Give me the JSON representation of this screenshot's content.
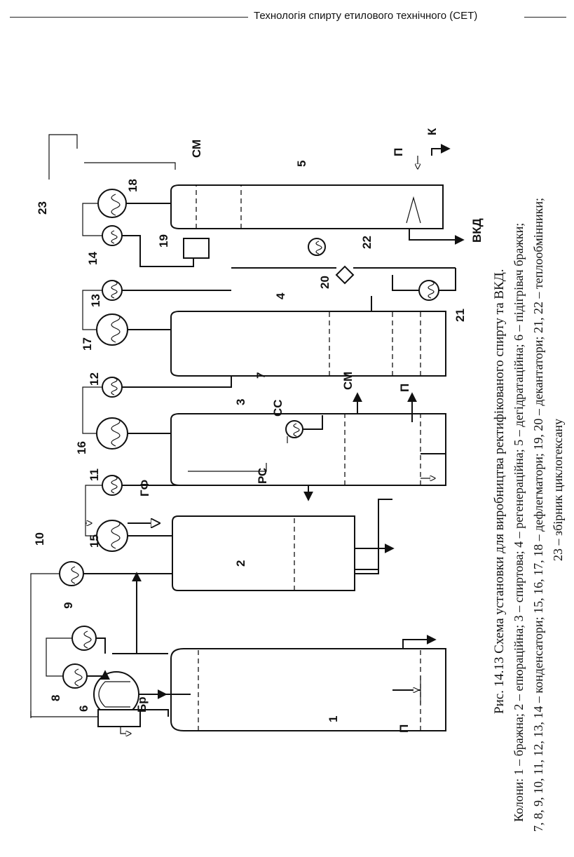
{
  "header": {
    "title": "Технологія спирту етилового технічного (СЕТ)"
  },
  "figure": {
    "caption_title": "Рис. 14.13 Схема установки для виробництва ректифікованого спирту та ВКД.",
    "caption_lines": [
      "Колони: 1 – бражна; 2 – епюраційна; 3 – спиртова; 4 – регенераційна; 5 – дегідратаційна; 6 – підігрівач бражки;",
      "7, 8, 9, 10, 11, 12, 13, 14 – конденсатори; 15, 16, 17, 18 – дефлегматори; 19,  20 – декантатори; 21, 22 – теплообмінники;",
      "23 – збірник циклогексану"
    ]
  },
  "diagram": {
    "equipment_numbers": [
      "1",
      "2",
      "3",
      "4",
      "5",
      "6",
      "7",
      "8",
      "9",
      "10",
      "11",
      "12",
      "13",
      "14",
      "15",
      "16",
      "17",
      "18",
      "19",
      "20",
      "21",
      "22",
      "23"
    ],
    "stream_labels": {
      "p1": "П",
      "br": "Бр",
      "gf": "ГФ",
      "rs": "РС",
      "ss": "СС",
      "sm1": "СМ",
      "p3": "П",
      "sm5": "СМ",
      "p5": "П",
      "k": "К",
      "vkd": "ВКД"
    }
  }
}
